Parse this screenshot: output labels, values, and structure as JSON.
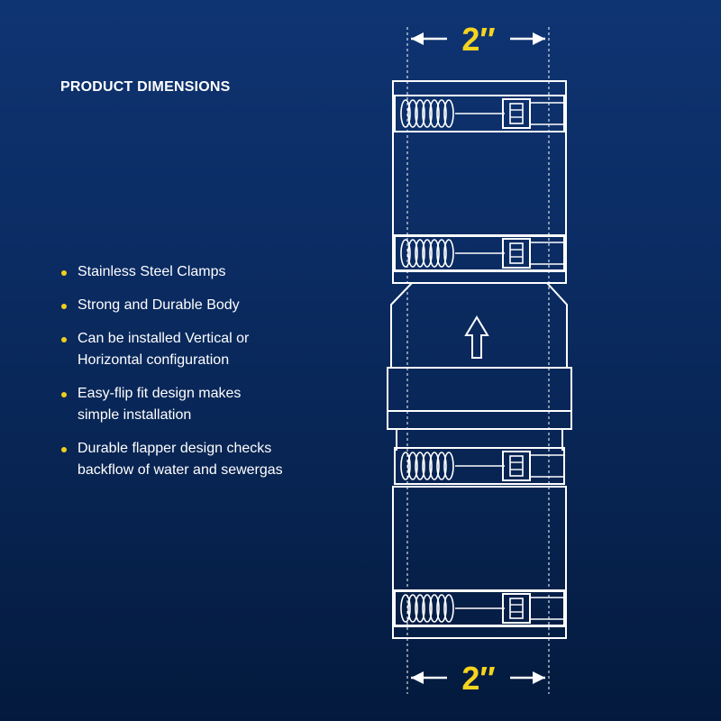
{
  "title": "PRODUCT DIMENSIONS",
  "features": [
    {
      "line1": "Stainless Steel Clamps",
      "line2": ""
    },
    {
      "line1": "Strong and Durable Body",
      "line2": ""
    },
    {
      "line1": "Can be installed Vertical or",
      "line2": "Horizontal configuration"
    },
    {
      "line1": "Easy-flip fit design makes",
      "line2": "simple installation"
    },
    {
      "line1": "Durable flapper design checks",
      "line2": "backflow of water and sewergas"
    }
  ],
  "dimensions": {
    "top_label": "2″",
    "bottom_label": "2″"
  },
  "colors": {
    "background_top": "#0f3472",
    "background_bottom": "#041a3d",
    "accent": "#f5d41f",
    "line": "#ffffff"
  },
  "icons": [
    "flow-direction-arrow-icon",
    "dimension-arrow-icon",
    "bullet-dot-icon"
  ]
}
